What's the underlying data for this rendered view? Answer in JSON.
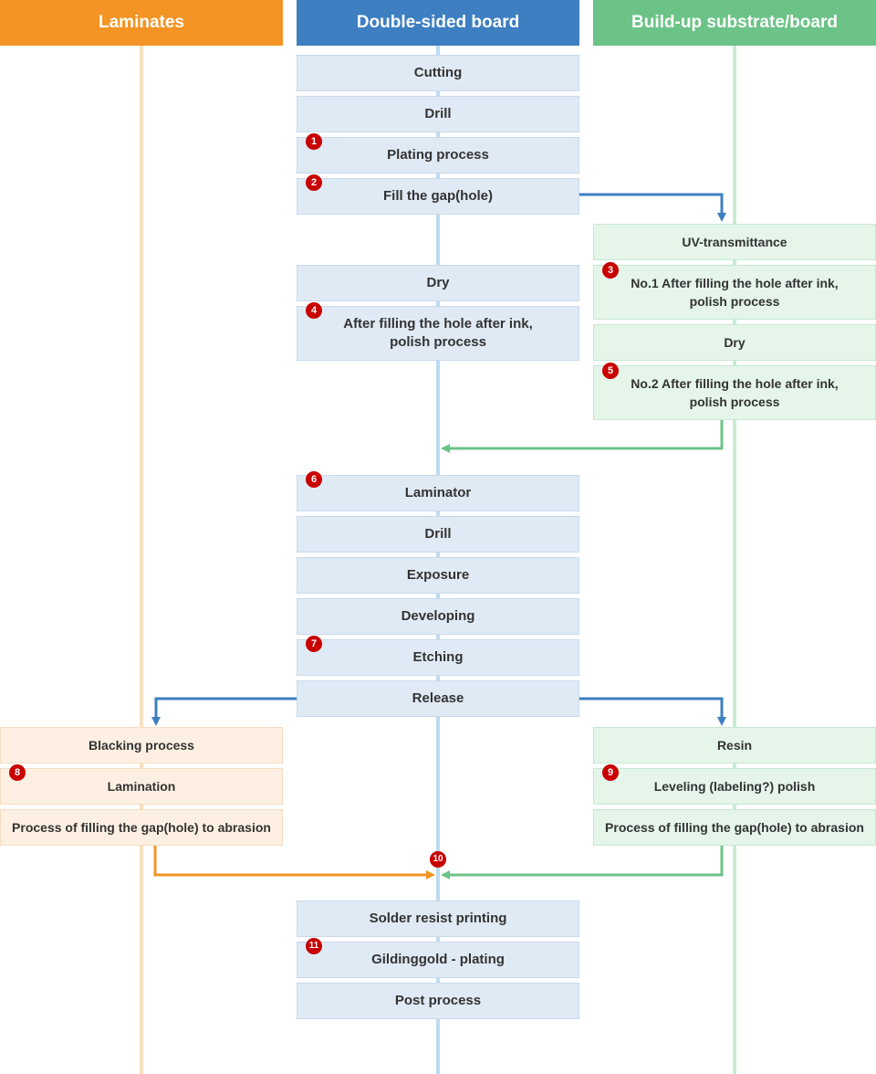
{
  "lanes": {
    "laminates": {
      "title": "Laminates",
      "color": "#f39424",
      "line": "#f8dfbe"
    },
    "double": {
      "title": "Double-sided board",
      "color": "#3d7fc1",
      "line": "#bcdcf2"
    },
    "buildup": {
      "title": "Build-up substrate/board",
      "color": "#6cc387",
      "line": "#c6ecd2"
    }
  },
  "steps": {
    "cutting": "Cutting",
    "drill1": "Drill",
    "plating": "Plating process",
    "fill_gap": "Fill the gap(hole)",
    "dry_center": "Dry",
    "polish_center": "After filling the hole after ink,\npolish process",
    "laminator": "Laminator",
    "drill2": "Drill",
    "exposure": "Exposure",
    "developing": "Developing",
    "etching": "Etching",
    "release": "Release",
    "uv": "UV-transmittance",
    "no1_polish": "No.1 After filling the hole after ink,\npolish process",
    "dry_right": "Dry",
    "no2_polish": "No.2 After filling the hole after ink,\npolish process",
    "blacking": "Blacking process",
    "lamination": "Lamination",
    "fill_abrasion_left": "Process of filling the gap(hole) to abrasion",
    "resin": "Resin",
    "leveling": "Leveling (labeling?) polish",
    "fill_abrasion_right": "Process of filling the gap(hole) to abrasion",
    "solder": "Solder resist printing",
    "gilding": "Gildinggold - plating",
    "post": "Post process"
  },
  "badges": {
    "b1": "1",
    "b2": "2",
    "b3": "3",
    "b4": "4",
    "b5": "5",
    "b6": "6",
    "b7": "7",
    "b8": "8",
    "b9": "9",
    "b10": "10",
    "b11": "11"
  },
  "colors": {
    "arrow_blue": "#3d7fc1",
    "arrow_green": "#6cc387",
    "arrow_orange": "#f39424",
    "badge_red": "#c80000"
  }
}
